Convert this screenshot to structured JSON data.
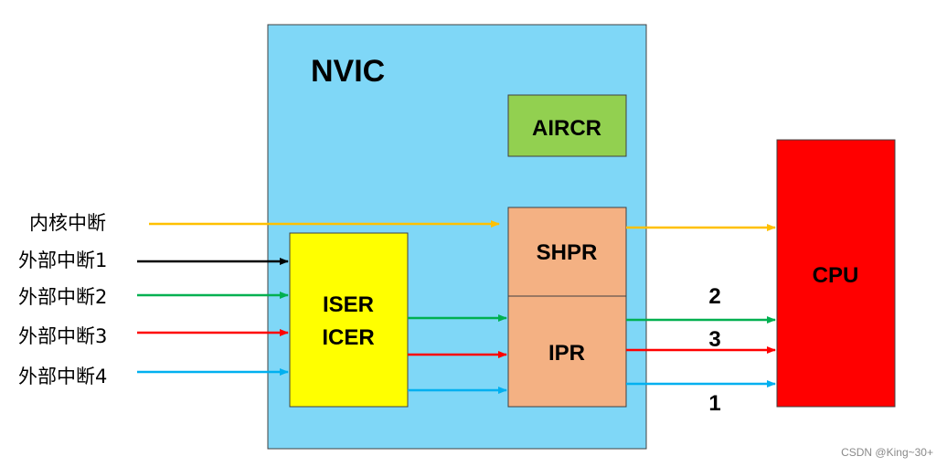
{
  "nvic": {
    "label": "NVIC",
    "fill": "#7fd7f7"
  },
  "aircr": {
    "label": "AIRCR",
    "fill": "#92d050"
  },
  "shpr": {
    "label": "SHPR",
    "fill": "#f4b183"
  },
  "ipr": {
    "label": "IPR",
    "fill": "#f4b183"
  },
  "iser_icer": {
    "line1": "ISER",
    "line2": "ICER",
    "fill": "#ffff00"
  },
  "cpu": {
    "label": "CPU",
    "fill": "#ff0000"
  },
  "inputs": [
    {
      "label": "内核中断",
      "color": "#ffc000"
    },
    {
      "label": "外部中断1",
      "color": "#000000"
    },
    {
      "label": "外部中断2",
      "color": "#00b050"
    },
    {
      "label": "外部中断3",
      "color": "#ff0000"
    },
    {
      "label": "外部中断4",
      "color": "#00b0f0"
    }
  ],
  "priority_labels": {
    "p2": "2",
    "p3": "3",
    "p1": "1"
  },
  "watermark": "CSDN @King~30+"
}
